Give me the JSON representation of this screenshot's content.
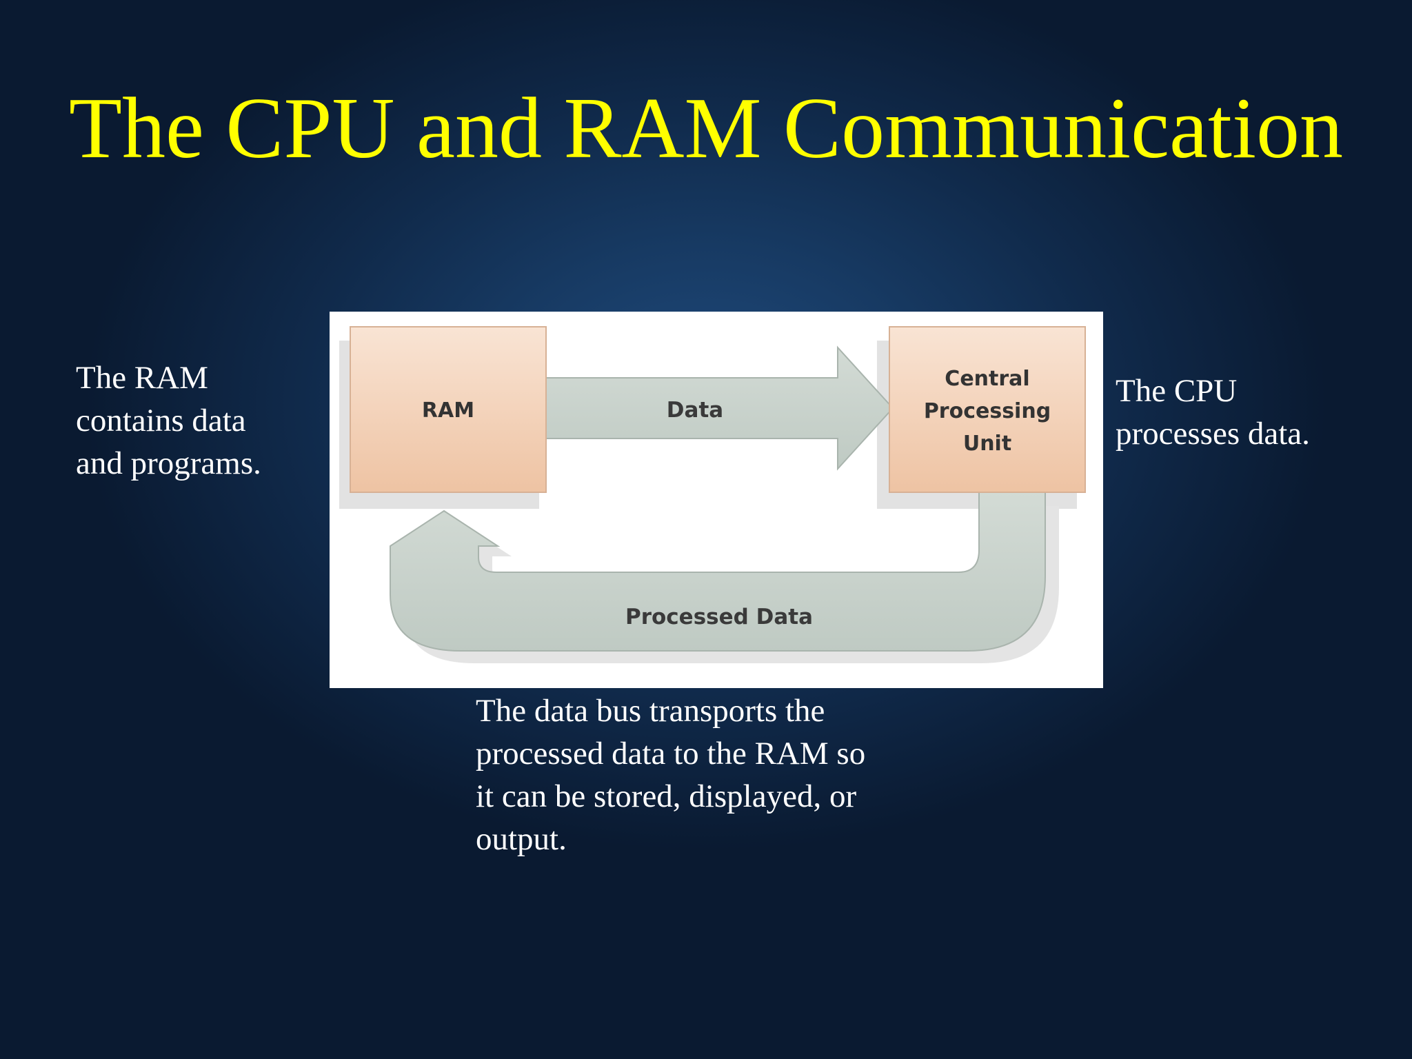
{
  "slide": {
    "title": "The CPU and RAM Communication",
    "ram_caption": "The RAM\ncontains data\nand programs.",
    "cpu_caption": "The CPU\nprocesses data.",
    "bus_caption": "The data bus transports the\nprocessed data to the RAM so\nit can be stored, displayed, or\noutput."
  },
  "diagram": {
    "ram_label": "RAM",
    "cpu_label_lines": [
      "Central",
      "Processing",
      "Unit"
    ],
    "data_arrow_label": "Data",
    "processed_arrow_label": "Processed Data"
  },
  "colors": {
    "title": "#ffff00",
    "text": "#ffffff",
    "box_fill": "#f3d2b8",
    "arrow_fill": "#c9d3cc"
  }
}
